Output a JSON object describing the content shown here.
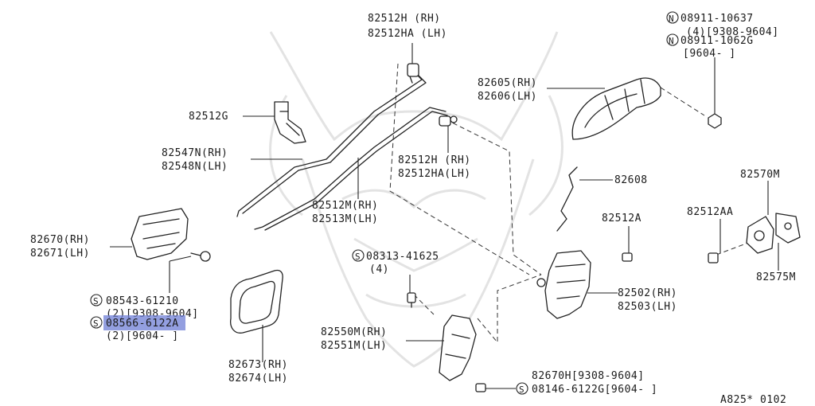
{
  "labels": {
    "l_82512H_top": "82512H  (RH)",
    "l_82512HA_top": "82512HA (LH)",
    "l_08911_10637": "08911-10637",
    "l_08911_10637b": "(4)[9308-9604]",
    "l_08911_1062G": "08911-1062G",
    "l_08911_1062Gb": "[9604-    ]",
    "l_82605": "82605(RH)",
    "l_82606": "82606(LH)",
    "l_82512G": "82512G",
    "l_82547N": "82547N(RH)",
    "l_82548N": "82548N(LH)",
    "l_82512H_mid": "82512H  (RH)",
    "l_82512HA_mid": "82512HA(LH)",
    "l_82608": "82608",
    "l_82570M": "82570M",
    "l_82512M": "82512M(RH)",
    "l_82513M": "82513M(LH)",
    "l_82512AA": "82512AA",
    "l_82512A": "82512A",
    "l_82670": "82670(RH)",
    "l_82671": "82671(LH)",
    "l_08313": "08313-41625",
    "l_08313b": "(4)",
    "l_82575M": "82575M",
    "l_08543": "08543-61210",
    "l_08543b": "(2)[9308-9604]",
    "l_08566": "08566-6122A",
    "l_08566b": "(2)[9604-    ]",
    "l_82502": "82502(RH)",
    "l_82503": "82503(LH)",
    "l_82550M": "82550M(RH)",
    "l_82551M": "82551M(LH)",
    "l_82673": "82673(RH)",
    "l_82674": "82674(LH)",
    "l_82670H": "82670H[9308-9604]",
    "l_08146": "08146-6122G[9604-    ]",
    "l_ref": "A825* 0102"
  },
  "prefix_marks": {
    "n_mark": "N",
    "s_mark": "S"
  },
  "highlight": {
    "color": "#6f7fd6",
    "target": "08566-6122A"
  }
}
